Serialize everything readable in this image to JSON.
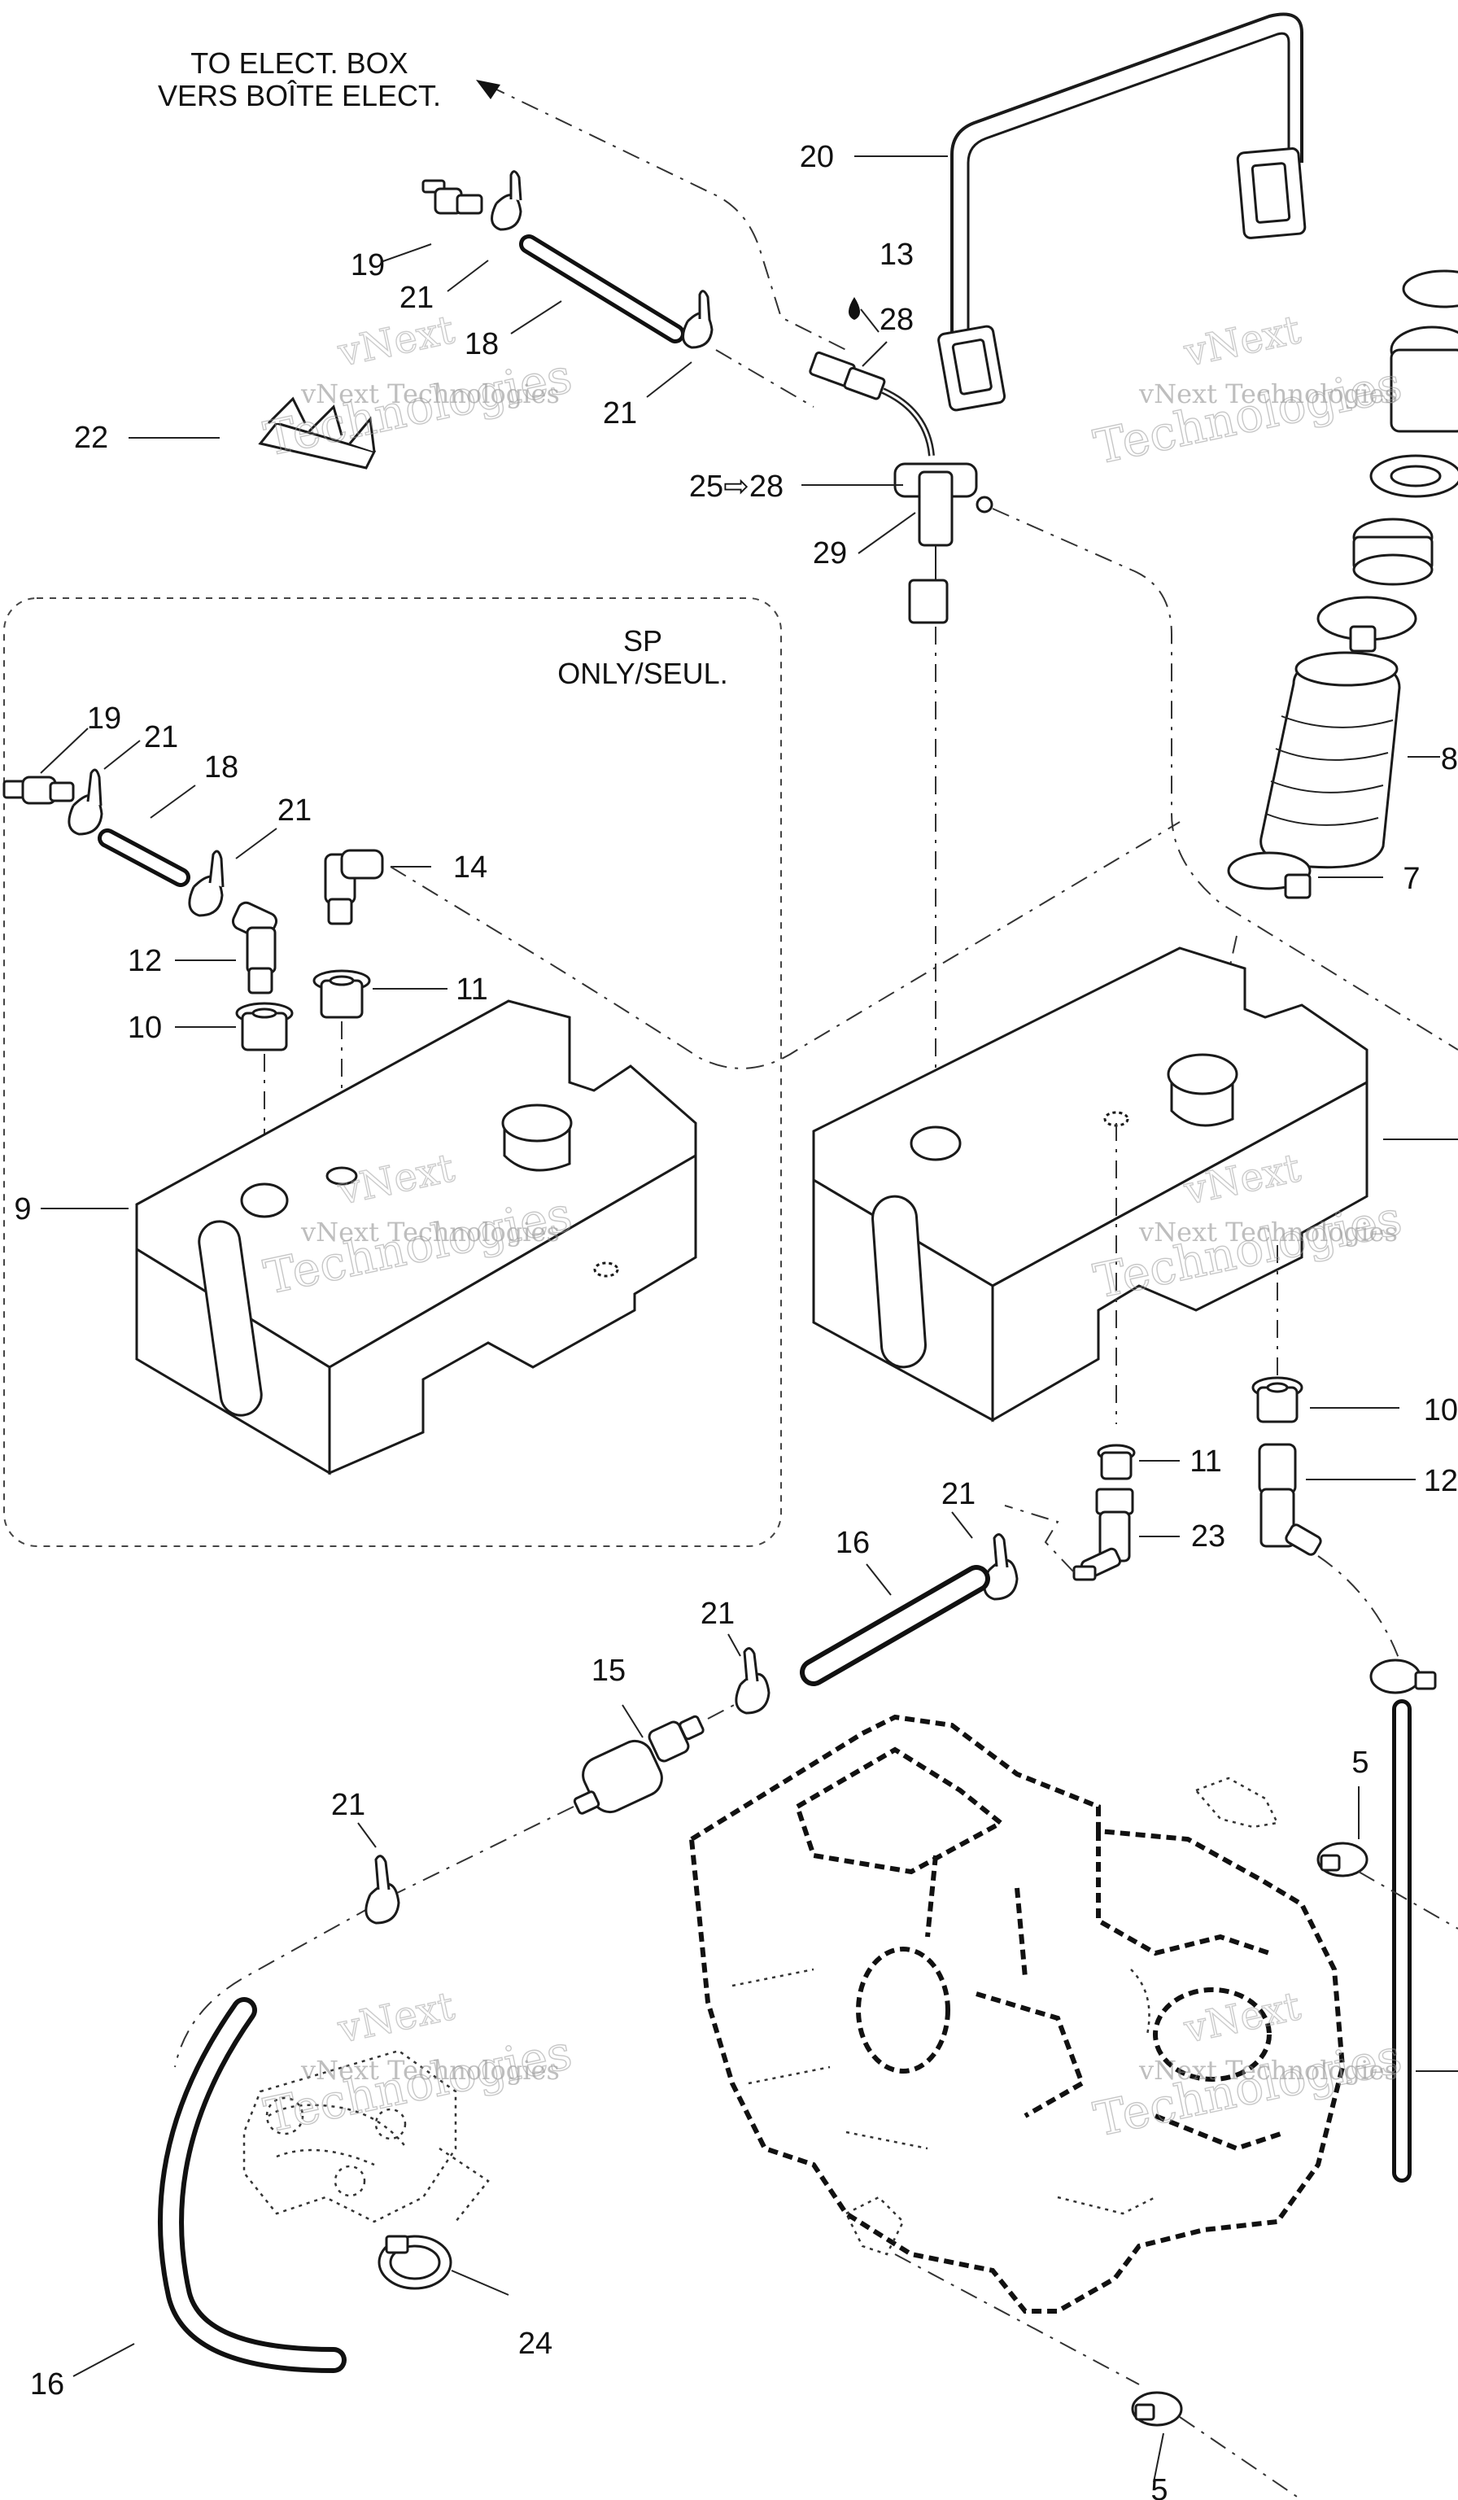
{
  "notes": {
    "to_box_line1": "TO ELECT. BOX",
    "to_box_line2": "VERS BOÎTE ELECT.",
    "sp_line1": "SP",
    "sp_line2": "ONLY/SEUL."
  },
  "watermark": {
    "line1": "vNext Technologies",
    "line2": "vNext",
    "line3": "Technologies"
  },
  "callouts": {
    "c20": "20",
    "c19": "19",
    "c21a": "21",
    "c18": "18",
    "c13": "13",
    "c28": "28",
    "c21b": "21",
    "c22": "22",
    "c25_28": "25⇨28",
    "c29": "29",
    "c19b": "19",
    "c21c": "21",
    "c18b": "18",
    "c21d": "21",
    "c14": "14",
    "c12": "12",
    "c10": "10",
    "c11": "11",
    "c9": "9",
    "c8": "8",
    "c7": "7",
    "c10b": "10",
    "c11b": "11",
    "c12b": "12",
    "c23": "23",
    "c21e": "21",
    "c16": "16",
    "c21f": "21",
    "c15": "15",
    "c21g": "21",
    "c5a": "5",
    "c24": "24",
    "c16b": "16",
    "c5b": "5"
  }
}
